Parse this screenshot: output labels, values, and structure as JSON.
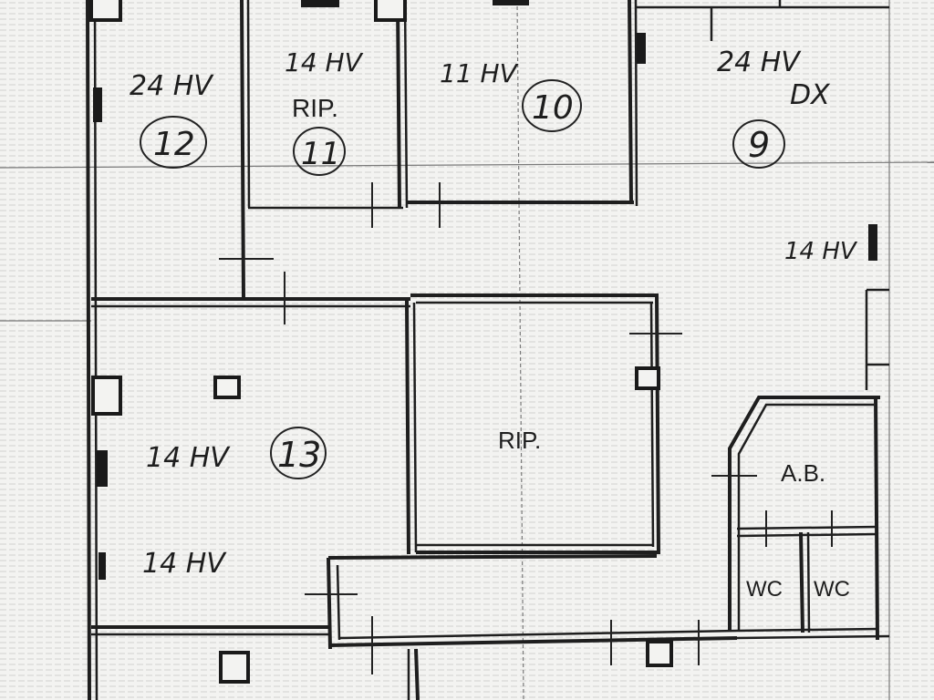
{
  "colors": {
    "paper": "#f3f3f1",
    "ink": "#1e1e1e",
    "hatch": "#cfcfcc"
  },
  "labels": {
    "room12_height": "24 HV",
    "room12_num": "12",
    "room11_height": "14 HV",
    "room11_use": "RIP.",
    "room11_num": "11",
    "room10_height": "11 HV",
    "room10_num": "10",
    "room9_height": "24 HV",
    "room9_side": "DX",
    "room9_num": "9",
    "corridor_height": "14 HV",
    "room13_height_a": "14 HV",
    "room13_num": "13",
    "room13_height_b": "14 HV",
    "storage_use": "RIP.",
    "ab_label": "A.B.",
    "wc_left": "WC",
    "wc_right": "WC"
  }
}
